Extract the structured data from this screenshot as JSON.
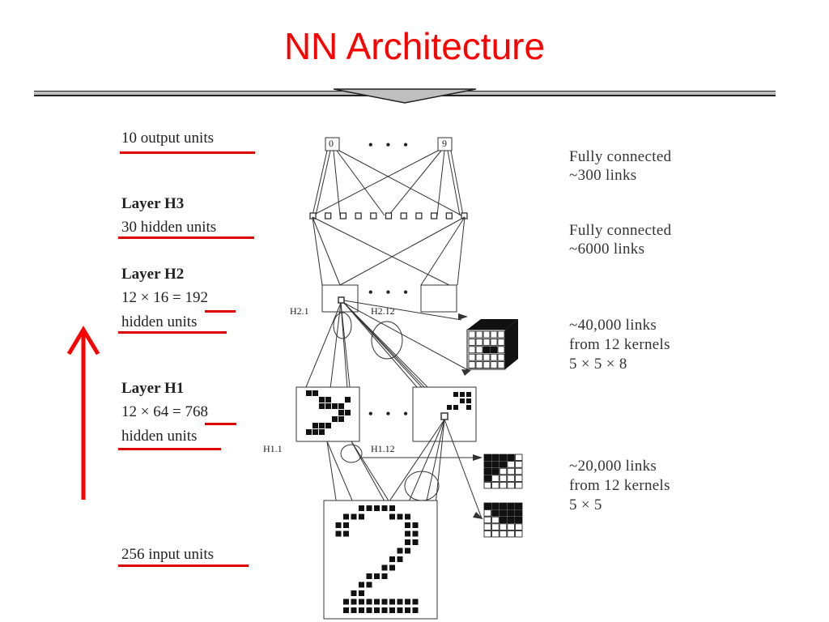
{
  "slide": {
    "title": "NN Architecture",
    "accent_color": "#ff0000"
  },
  "left_labels": {
    "output": "10 output units",
    "h3_title": "Layer H3",
    "h3_units": "30 hidden units",
    "h2_title": "Layer H2",
    "h2_formula": "12 × 16 = ",
    "h2_count": "192",
    "h2_units": "hidden units",
    "h1_title": "Layer H1",
    "h1_formula": "12 × 64 = ",
    "h1_count": "768",
    "h1_units": "hidden units",
    "input": "256 input units"
  },
  "right_labels": {
    "conn1_line1": "Fully connected",
    "conn1_line2": "~300 links",
    "conn2_line1": "Fully connected",
    "conn2_line2": "~6000 links",
    "conn3_line1": "~40,000 links",
    "conn3_line2": "from 12 kernels",
    "conn3_line3": "5 × 5 × 8",
    "conn4_line1": "~20,000 links",
    "conn4_line2": "from 12 kernels",
    "conn4_line3": "5 × 5"
  },
  "diagram": {
    "output_first": "0",
    "output_last": "9",
    "ellipsis": "• • •",
    "h2_first": "H2.1",
    "h2_last": "H2.12",
    "h1_first": "H1.1",
    "h1_last": "H1.12"
  },
  "arrow_direction": "up"
}
